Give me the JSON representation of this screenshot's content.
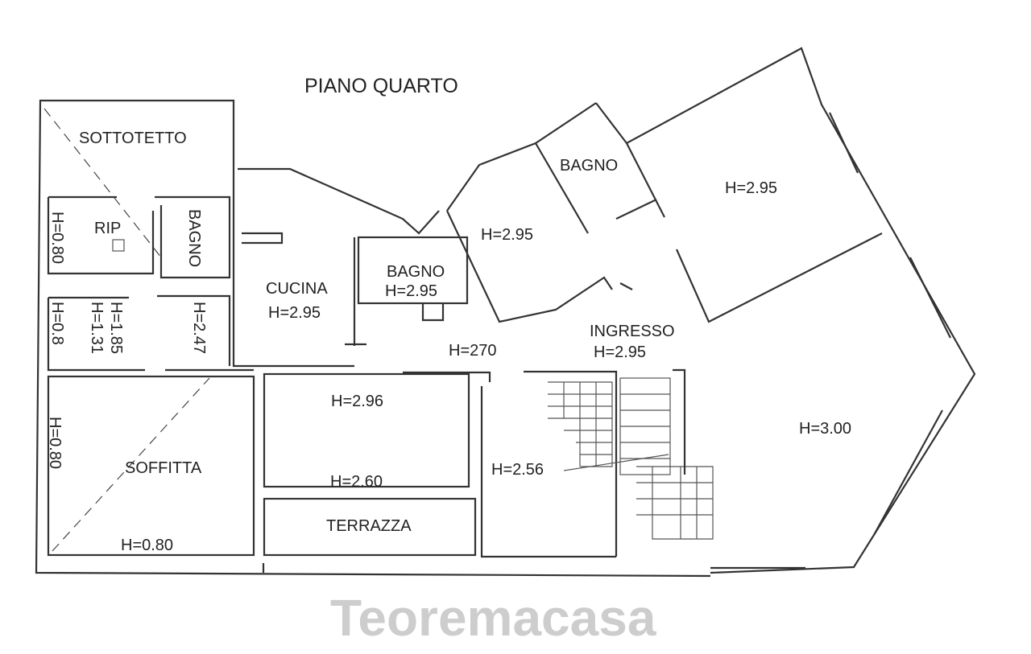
{
  "title": "PIANO QUARTO",
  "watermark": "Teoremacasa",
  "rooms": {
    "sottotetto": "SOTTOTETTO",
    "rip": "RIP",
    "bagno_left": "BAGNO",
    "h080_a": "H=0.80",
    "h08": "H=0.8",
    "h131": "H=1.31",
    "h185": "H=1.85",
    "h247": "H=2.47",
    "h080_b": "H=0.80",
    "soffitta": "SOFFITTA",
    "h080_c": "H=0.80",
    "cucina": "CUCINA",
    "cucina_h": "H=2.95",
    "bagno_mid": "BAGNO",
    "bagno_mid_h": "H=2.95",
    "h270": "H=270",
    "h296": "H=2.96",
    "h260": "H=2.60",
    "terrazza": "TERRAZZA",
    "h256": "H=2.56",
    "bagno_top": "BAGNO",
    "room_h295_a": "H=2.95",
    "room_h295_b": "H=2.95",
    "ingresso": "INGRESSO",
    "ingresso_h": "H=2.95",
    "room_h300": "H=3.00"
  }
}
